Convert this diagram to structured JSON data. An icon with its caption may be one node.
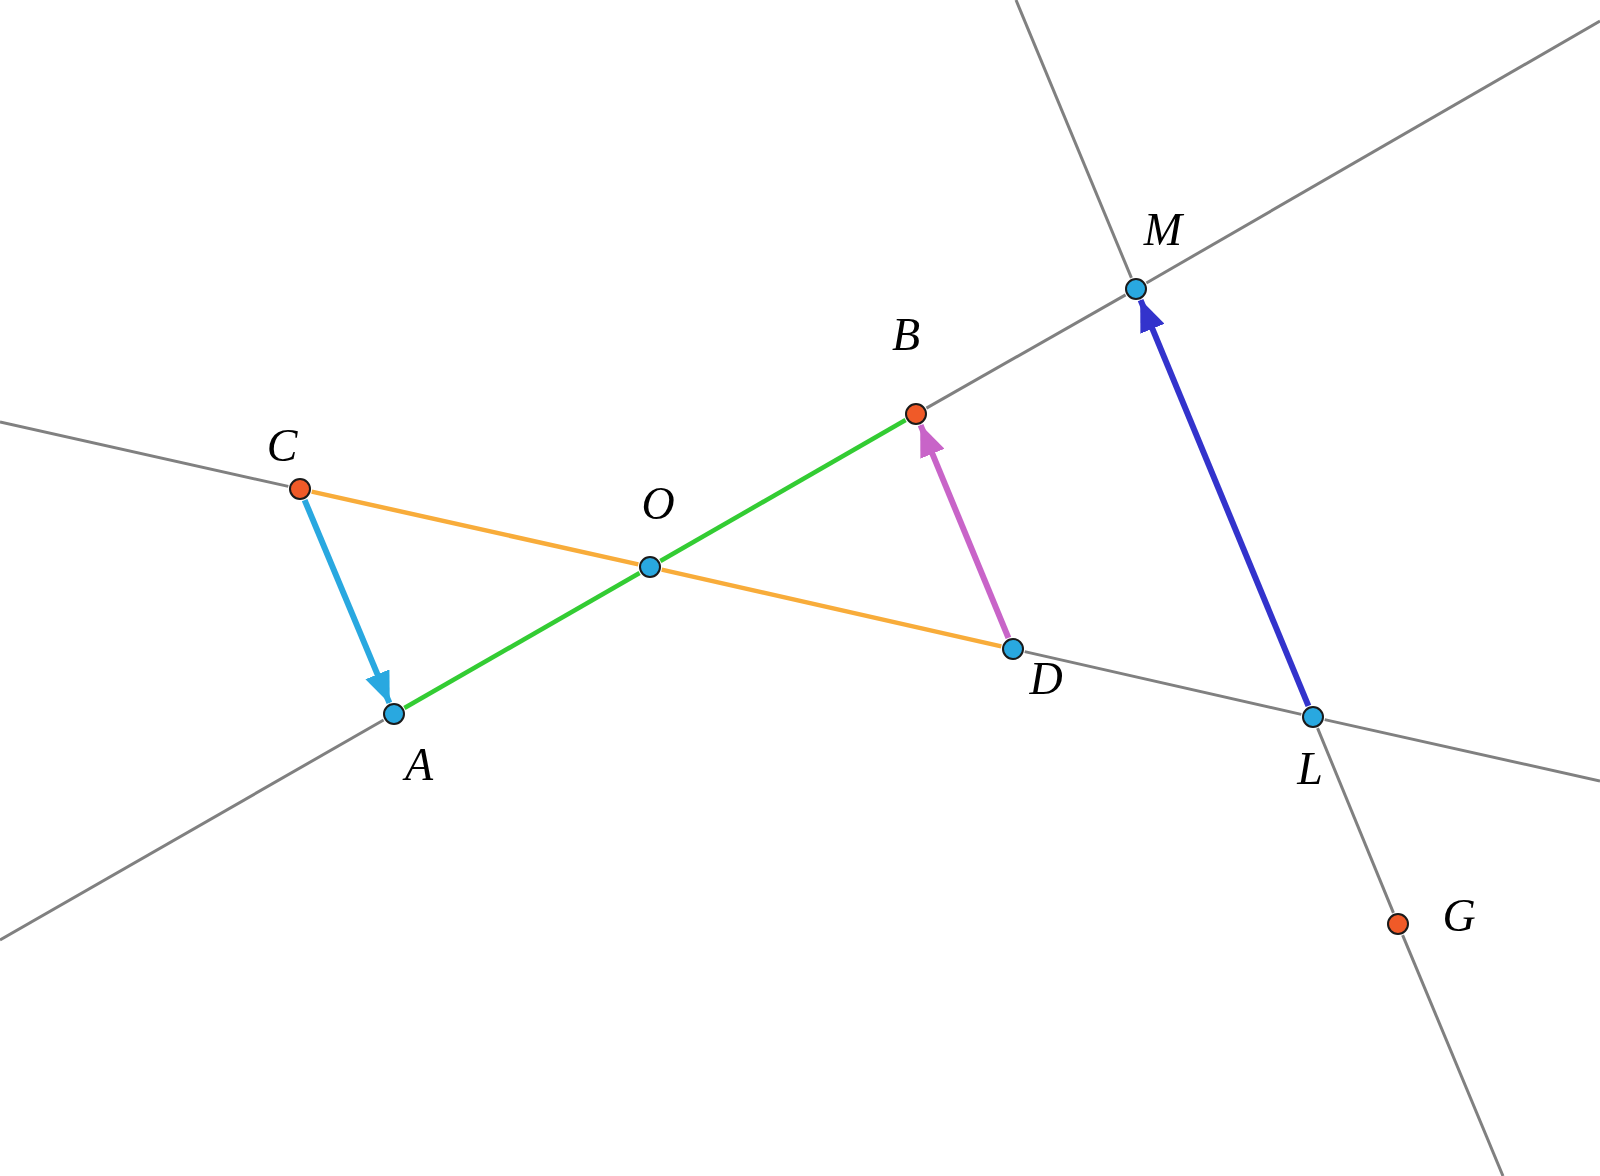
{
  "diagram": {
    "nodes": [
      {
        "text": [
          "M"
        ]
      },
      {
        "text": [
          "B"
        ]
      },
      {
        "text": [
          "C"
        ]
      },
      {
        "text": [
          "O"
        ]
      },
      {
        "text": [
          "D"
        ]
      },
      {
        "text": [
          "A"
        ]
      },
      {
        "text": [
          "L"
        ]
      },
      {
        "text": [
          "G"
        ]
      }
    ],
    "edges": [
      {
        "from": 2,
        "to": 5,
        "arrow": "to",
        "style": "thick",
        "color": "#29a8e0"
      },
      {
        "from": 4,
        "to": 1,
        "arrow": "to",
        "style": "thick",
        "color": "#c864c8"
      },
      {
        "from": 6,
        "to": 0,
        "arrow": "to",
        "style": "thick",
        "color": "#3333cc"
      },
      {
        "from": 2,
        "to": 3,
        "arrow": "none",
        "color": "#f8ac3a"
      },
      {
        "from": 3,
        "to": 4,
        "arrow": "none",
        "color": "#f8ac3a"
      },
      {
        "from": 5,
        "to": 3,
        "arrow": "none",
        "color": "#33cc33"
      },
      {
        "from": 3,
        "to": 1,
        "arrow": "none",
        "color": "#33cc33"
      },
      {
        "from": 4,
        "to": 6,
        "arrow": "none"
      },
      {
        "from": 1,
        "to": 0,
        "arrow": "none"
      },
      {
        "from": 6,
        "to": 7,
        "arrow": "none"
      },
      {
        "from": null,
        "to": 2,
        "arrow": "none"
      },
      {
        "from": 6,
        "to": null,
        "arrow": "none"
      },
      {
        "from": null,
        "to": 5,
        "arrow": "none"
      },
      {
        "from": 0,
        "to": null,
        "arrow": "none"
      },
      {
        "from": null,
        "to": 0,
        "arrow": "none"
      },
      {
        "from": 7,
        "to": null,
        "arrow": "none"
      }
    ]
  }
}
